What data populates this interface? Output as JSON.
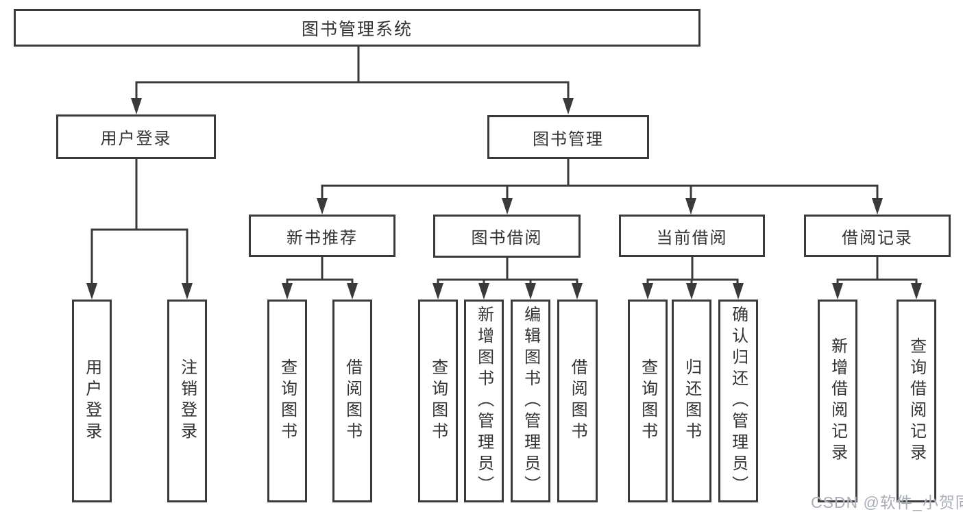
{
  "diagram": {
    "title_node": "图书管理系统",
    "root": {
      "label": "图书管理系统"
    },
    "branches": [
      {
        "label": "用户登录",
        "children": [
          {
            "label": "用户登录"
          },
          {
            "label": "注销登录"
          }
        ]
      },
      {
        "label": "图书管理",
        "groups": [
          {
            "label": "新书推荐",
            "children": [
              {
                "label": "查询图书"
              },
              {
                "label": "借阅图书"
              }
            ]
          },
          {
            "label": "图书借阅",
            "children": [
              {
                "label": "查询图书"
              },
              {
                "label": "新增图书（管理员）"
              },
              {
                "label": "编辑图书（管理员）"
              },
              {
                "label": "借阅图书"
              }
            ]
          },
          {
            "label": "当前借阅",
            "children": [
              {
                "label": "查询图书"
              },
              {
                "label": "归还图书"
              },
              {
                "label": "确认归还（管理员）"
              }
            ]
          },
          {
            "label": "借阅记录",
            "children": [
              {
                "label": "新增借阅记录"
              },
              {
                "label": "查询借阅记录"
              }
            ]
          }
        ]
      }
    ]
  },
  "watermark": {
    "text": "CSDN @软件_小贺同学"
  },
  "colors": {
    "line": "#3a3a3a",
    "text": "#333333",
    "box_background": "#ffffff",
    "watermark": "#a9adb5"
  }
}
